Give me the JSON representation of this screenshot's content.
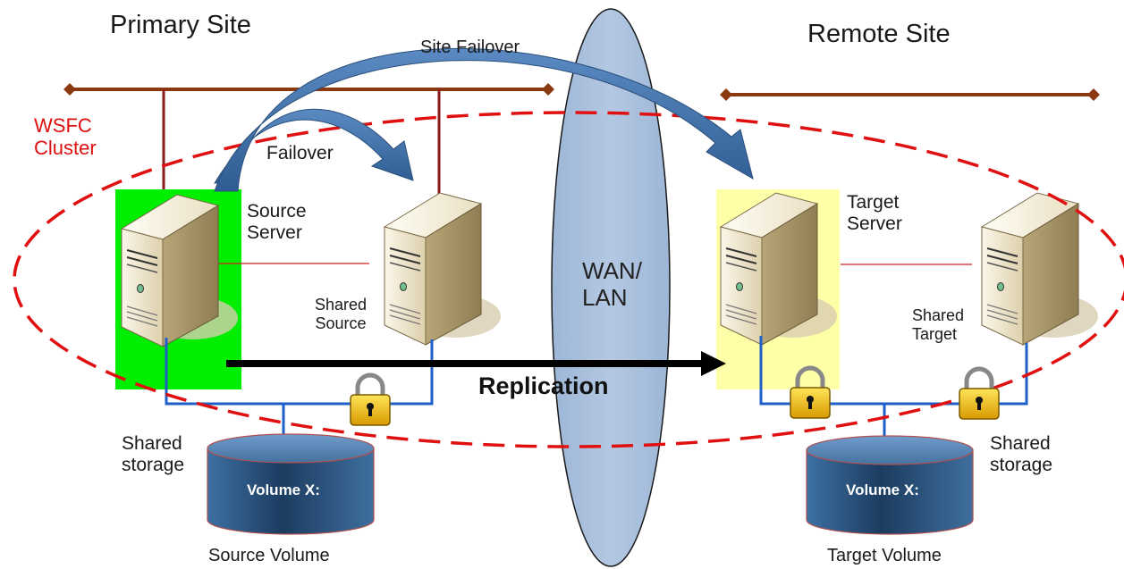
{
  "diagram": {
    "primary_site": "Primary Site",
    "remote_site": "Remote Site",
    "cluster_label": [
      "WSFC",
      "Cluster"
    ],
    "site_failover": "Site Failover",
    "failover": "Failover",
    "source_server": [
      "Source",
      "Server"
    ],
    "shared_source": [
      "Shared",
      "Source"
    ],
    "target_server": [
      "Target",
      "Server"
    ],
    "shared_target": [
      "Shared",
      "Target"
    ],
    "wan_lan": [
      "WAN/",
      "LAN"
    ],
    "replication": "Replication",
    "shared_storage_left": [
      "Shared",
      "storage"
    ],
    "shared_storage_right": [
      "Shared",
      "storage"
    ],
    "volume_left": "Volume X:",
    "volume_right": "Volume X:",
    "source_volume": "Source Volume",
    "target_volume": "Target Volume"
  },
  "colors": {
    "network_line": "#8b3a10",
    "cluster_ellipse": "#e01010",
    "source_highlight": "#00ee00",
    "target_highlight": "#ffffa8",
    "storage_link": "#1e5fc8",
    "wan_ellipse": "#a9c0dc",
    "failover_arrow": "#3d6ea8",
    "volume_body": "#2c5a8a"
  }
}
